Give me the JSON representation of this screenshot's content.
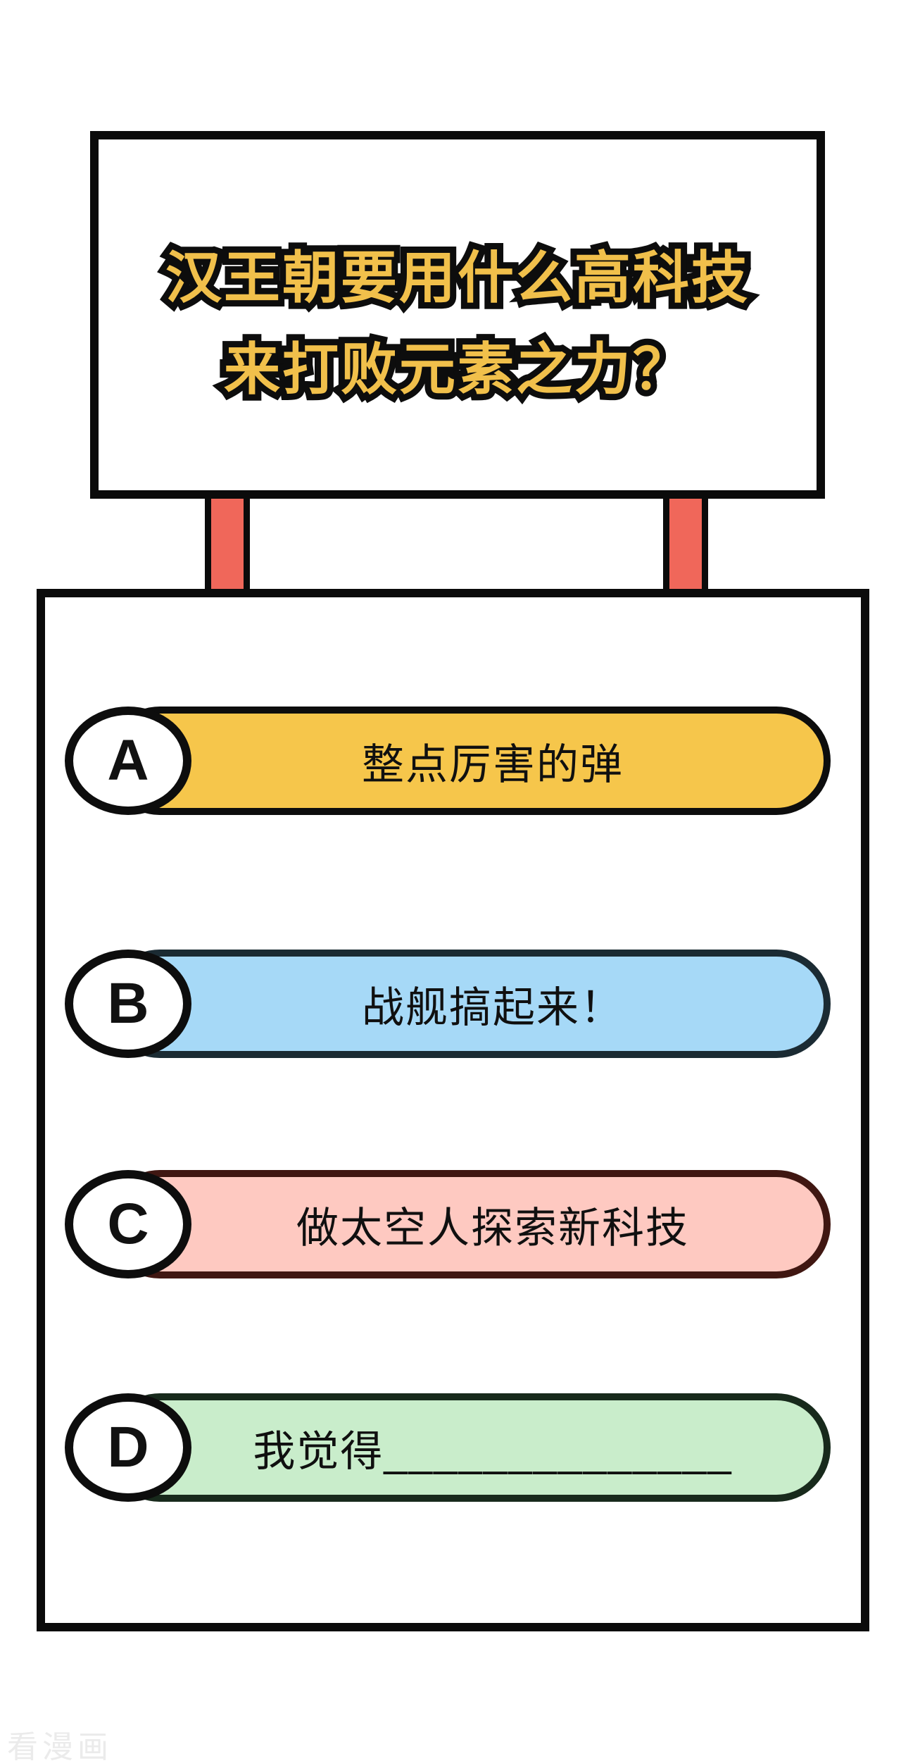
{
  "page": {
    "background": "#ffffff",
    "watermark": "看漫画",
    "watermark_color": "#ebebeb"
  },
  "sign": {
    "title_line1": "汉王朝要用什么高科技",
    "title_line2": "来打败元素之力？",
    "title_color": "#f1c04b",
    "outline_color": "#0d0d0d",
    "border_color": "#0b0b0b",
    "post_color": "#f0675a"
  },
  "poll": {
    "box_border_color": "#0b0b0b",
    "options": [
      {
        "letter": "A",
        "label": "整点厉害的弹",
        "fill": "#f6c64b",
        "border": "#0d0d0d"
      },
      {
        "letter": "B",
        "label": "战舰搞起来！",
        "fill": "#a6d9f7",
        "border": "#1b2b33"
      },
      {
        "letter": "C",
        "label": "做太空人探索新科技",
        "fill": "#fec9c1",
        "border": "#401712"
      },
      {
        "letter": "D",
        "label": "我觉得______________",
        "fill": "#c9edcb",
        "border": "#182a1c"
      }
    ]
  }
}
